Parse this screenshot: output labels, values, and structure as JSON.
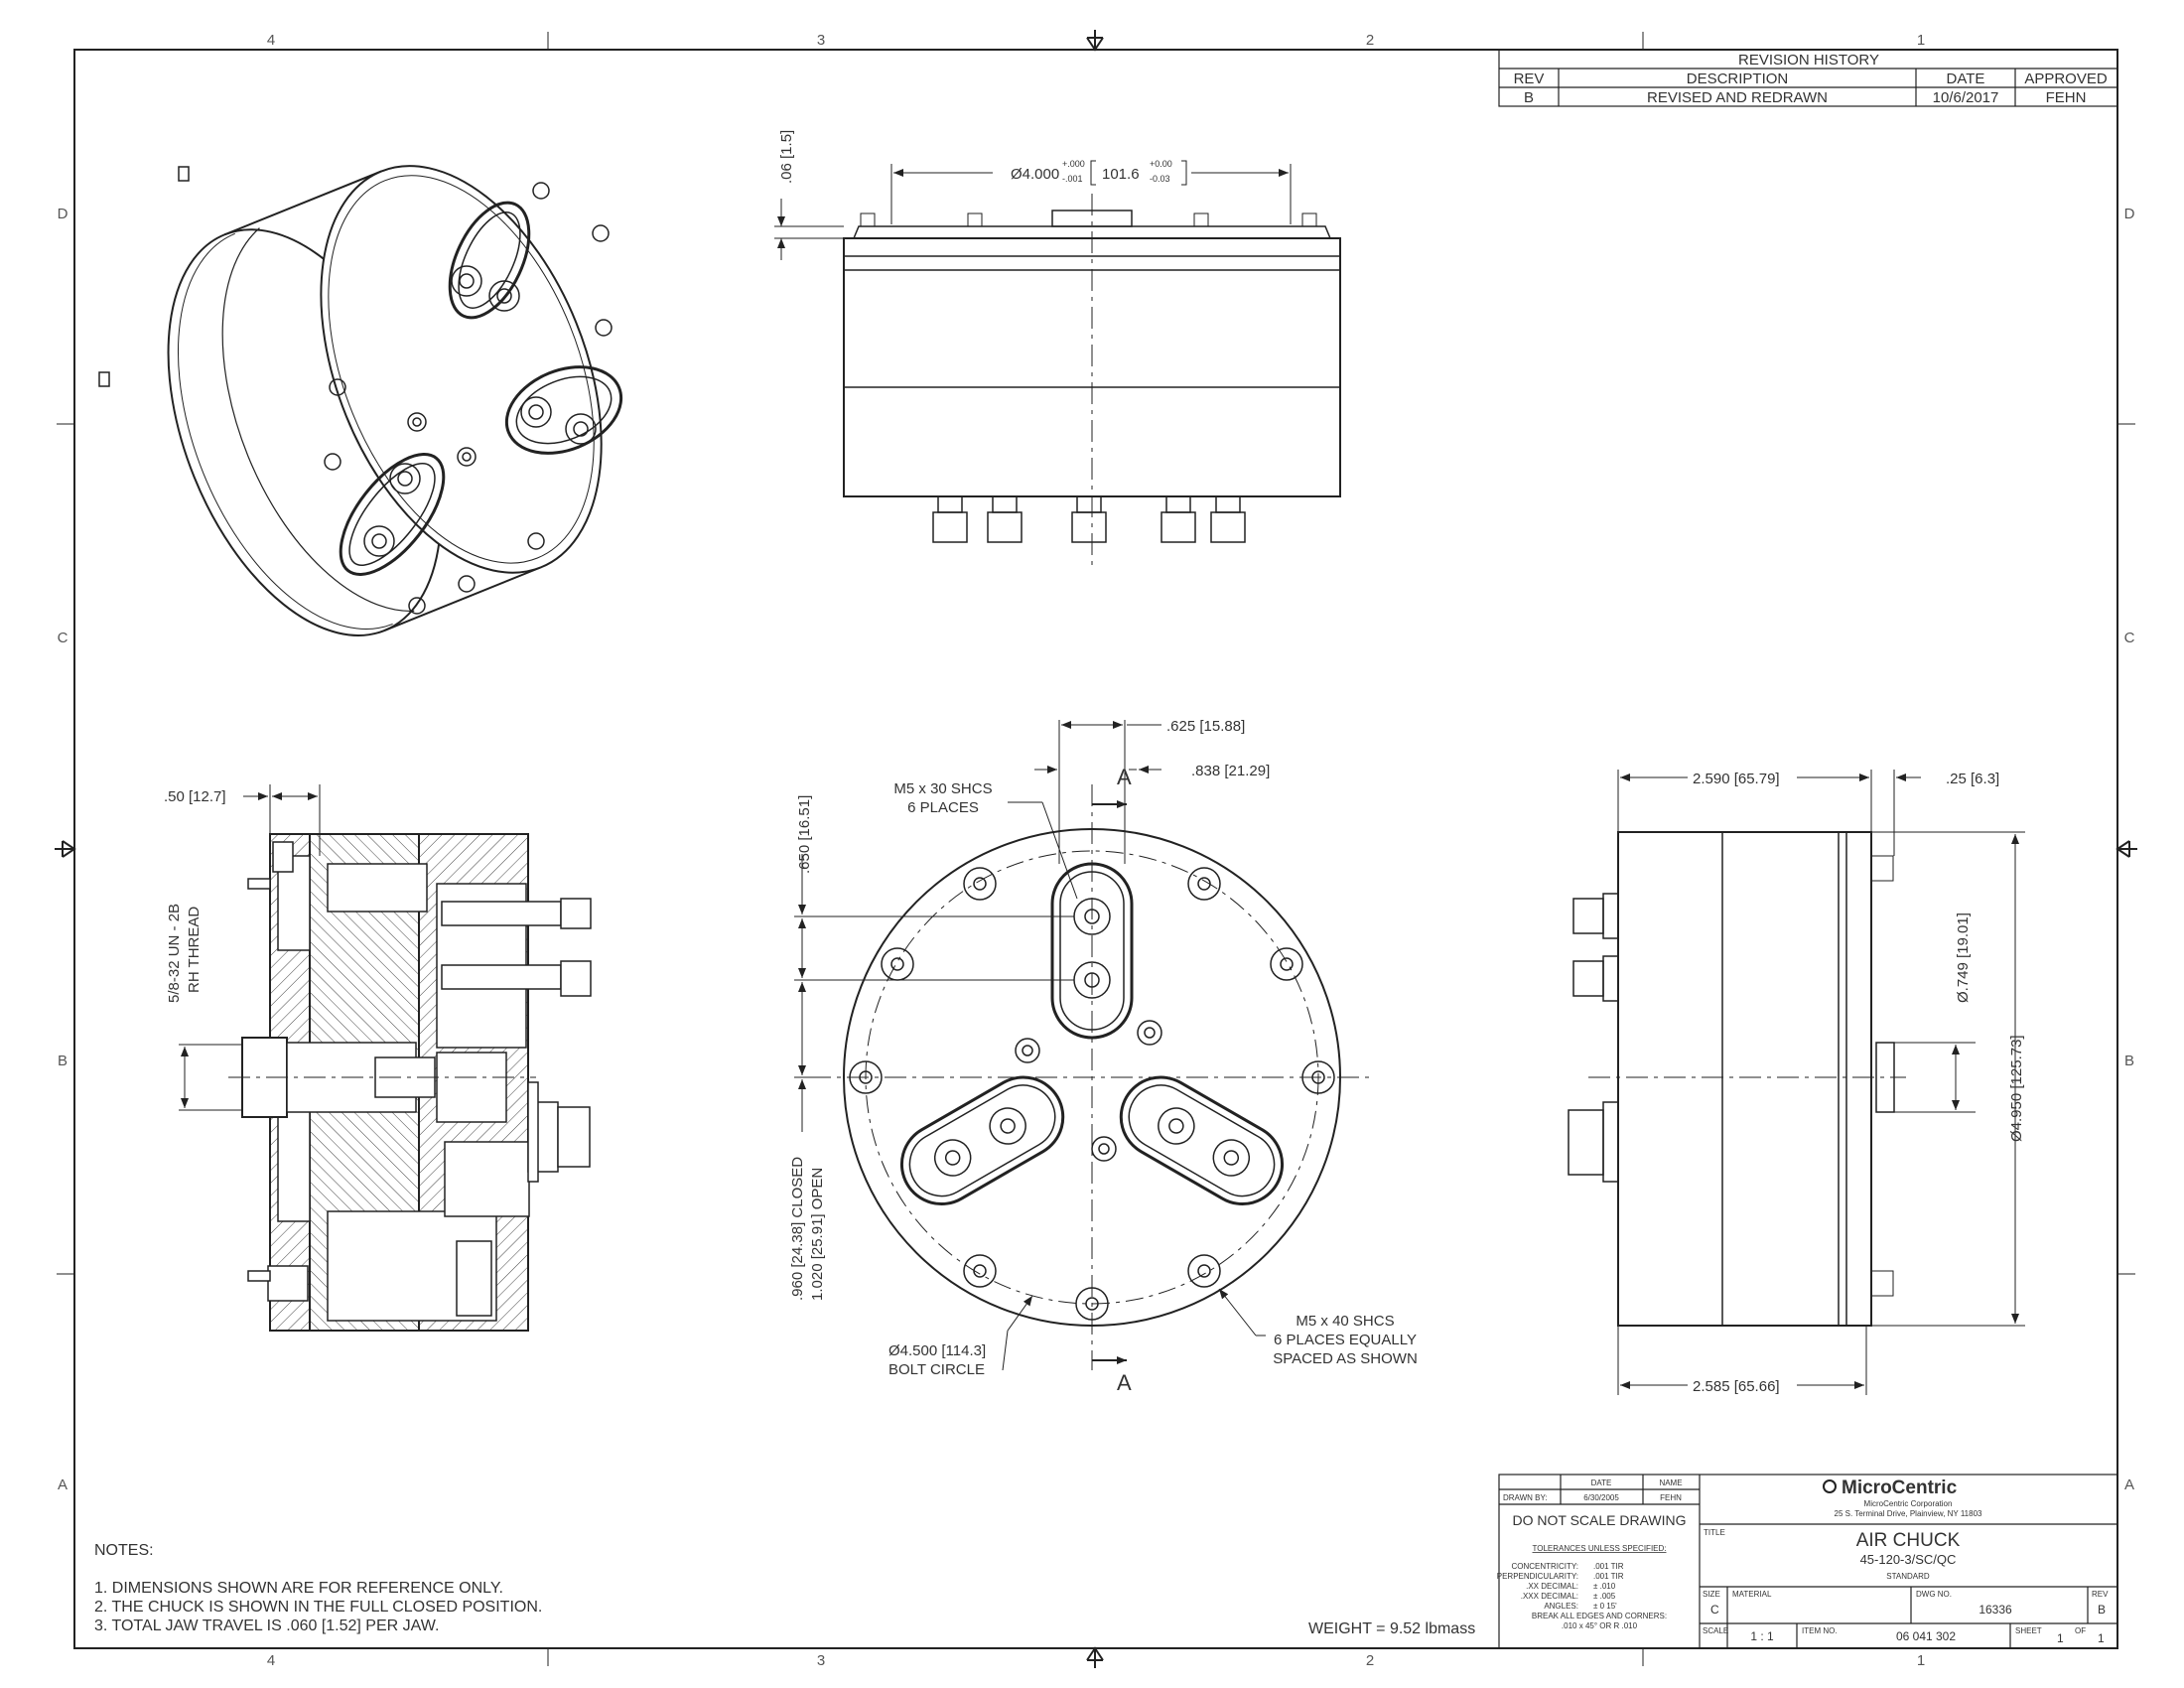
{
  "zones": {
    "columns": [
      "4",
      "3",
      "2",
      "1"
    ],
    "rows": [
      "D",
      "C",
      "B",
      "A"
    ]
  },
  "revision_history": {
    "heading": "REVISION HISTORY",
    "columns": [
      "REV",
      "DESCRIPTION",
      "DATE",
      "APPROVED"
    ],
    "rows": [
      [
        "B",
        "REVISED AND REDRAWN",
        "10/6/2017",
        "FEHN"
      ]
    ]
  },
  "front_view": {
    "diameter_label": "Ø4.000",
    "diameter_tol_plus": "+.000",
    "diameter_tol_minus": "-.001",
    "diameter_metric": "101.6",
    "diameter_metric_tol_plus": "+0.00",
    "diameter_metric_tol_minus": "-0.03",
    "step_label": ".06 [1.5]"
  },
  "section_view": {
    "width_label": ".50 [12.7]",
    "thread_line1": "5/8-32 UN - 2B",
    "thread_line2": "RH THREAD"
  },
  "top_view": {
    "dim_625": ".625 [15.88]",
    "dim_838": ".838 [21.29]",
    "section_mark": "A",
    "callout_m5x30_line1": "M5 x 30 SHCS",
    "callout_m5x30_line2": "6 PLACES",
    "dim_650": ".650 [16.51]",
    "dim_closed": ".960 [24.38] CLOSED",
    "dim_open": "1.020 [25.91] OPEN",
    "bolt_circle_line1": "Ø4.500 [114.3]",
    "bolt_circle_line2": "BOLT CIRCLE",
    "callout_m5x40_line1": "M5 x 40 SHCS",
    "callout_m5x40_line2": "6 PLACES EQUALLY",
    "callout_m5x40_line3": "SPACED AS SHOWN"
  },
  "side_view": {
    "dim_2590": "2.590 [65.79]",
    "dim_25": ".25 [6.3]",
    "dim_749": "Ø.749 [19.01]",
    "dim_4950": "Ø4.950 [125.73]",
    "dim_2585": "2.585 [65.66]"
  },
  "notes": {
    "heading": "NOTES:",
    "items": [
      "1.  DIMENSIONS SHOWN ARE FOR REFERENCE ONLY.",
      "2.  THE CHUCK IS SHOWN IN THE FULL CLOSED POSITION.",
      "3.  TOTAL JAW TRAVEL IS .060 [1.52] PER JAW."
    ]
  },
  "weight": "WEIGHT = 9.52 lbmass",
  "title_block": {
    "col_date": "DATE",
    "col_name": "NAME",
    "drawn_by_label": "DRAWN BY:",
    "drawn_date": "6/30/2005",
    "drawn_name": "FEHN",
    "do_not_scale": "DO NOT SCALE DRAWING",
    "tolerances_heading": "TOLERANCES UNLESS SPECIFIED:",
    "tolerances": [
      [
        "CONCENTRICITY:",
        ".001 TIR"
      ],
      [
        "PERPENDICULARITY:",
        ".001 TIR"
      ],
      [
        ".XX DECIMAL:",
        "± .010"
      ],
      [
        ".XXX DECIMAL:",
        "± .005"
      ],
      [
        "ANGLES:",
        "± 0 15'"
      ]
    ],
    "break_edges_line1": "BREAK ALL EDGES AND CORNERS:",
    "break_edges_line2": ".010 x 45° OR R .010",
    "company_logo": "MicroCentric",
    "company_name": "MicroCentric Corporation",
    "company_address": "25 S. Terminal Drive, Plainview, NY 11803",
    "title_label": "TITLE",
    "title": "AIR CHUCK",
    "part_number": "45-120-3/SC/QC",
    "subtitle": "STANDARD",
    "size_label": "SIZE",
    "size": "C",
    "material_label": "MATERIAL",
    "dwg_no_label": "DWG NO.",
    "dwg_no": "16336",
    "rev_label": "REV",
    "rev": "B",
    "scale_label": "SCALE",
    "scale": "1 : 1",
    "item_no_label": "ITEM NO.",
    "item_no": "06 041 302",
    "sheet_label": "SHEET",
    "sheet": "1",
    "of_label": "OF",
    "sheet_total": "1"
  }
}
